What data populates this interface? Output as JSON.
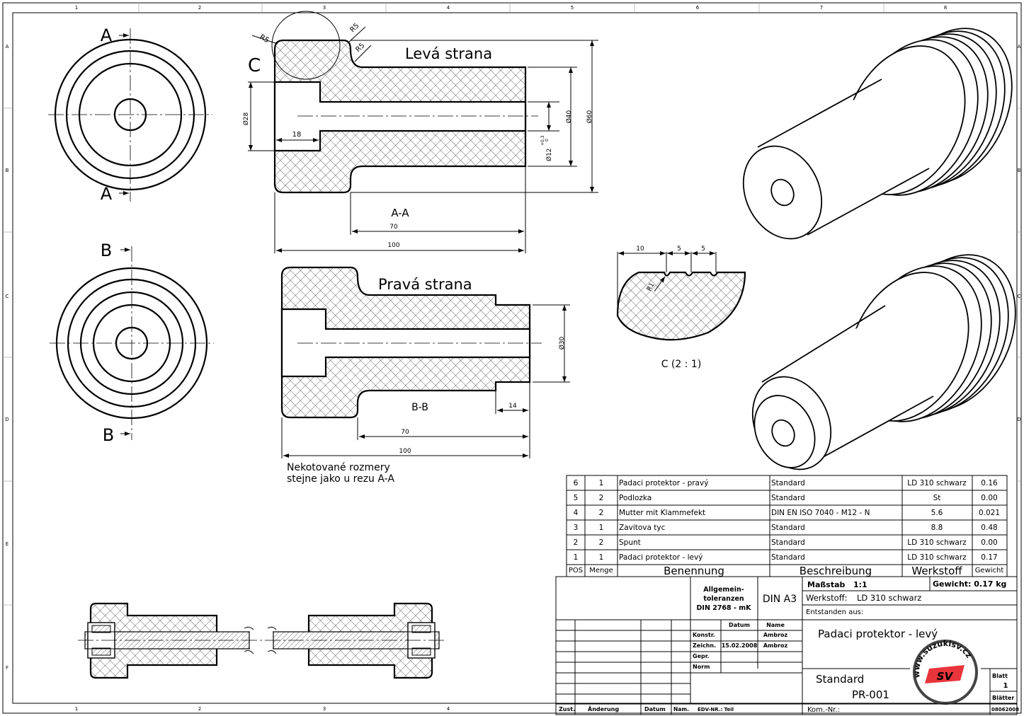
{
  "frame": {
    "zones_horizontal": [
      "1",
      "2",
      "3",
      "4",
      "5",
      "6",
      "7",
      "8"
    ],
    "zones_vertical": [
      "A",
      "B",
      "C",
      "D",
      "E",
      "F"
    ]
  },
  "views": {
    "view_a": {
      "label_top": "A",
      "label_bottom": "A"
    },
    "view_b": {
      "label_top": "B",
      "label_bottom": "B"
    },
    "section_aa": {
      "title": "Levá strana",
      "section_label": "A-A",
      "detail_marker": "C",
      "r1": "R5",
      "r2": "R5",
      "r3": "R5",
      "d28": "Ø28",
      "len18": "18",
      "d40": "Ø40",
      "d60": "Ø60",
      "d12": "Ø12",
      "tol_upper": "+0,3",
      "tol_lower": "0",
      "len70": "70",
      "len100": "100"
    },
    "section_bb": {
      "title": "Pravá strana",
      "section_label": "B-B",
      "d30": "Ø30",
      "len14": "14",
      "len70": "70",
      "len100": "100",
      "note_line1": "Nekotované rozmery",
      "note_line2": "stejne jako u rezu A-A"
    },
    "detail_c": {
      "dim1": "10",
      "dim2": "5",
      "dim3": "5",
      "radius": "R1",
      "label": "C  (2 : 1)"
    }
  },
  "bom": {
    "headers": [
      "POS",
      "Menge",
      "Benennung",
      "Beschreibung",
      "Werkstoff",
      "Gewicht"
    ],
    "rows": [
      {
        "pos": "6",
        "qty": "1",
        "name": "Padaci protektor - pravý",
        "desc": "Standard",
        "material": "LD 310 schwarz",
        "weight": "0.16"
      },
      {
        "pos": "5",
        "qty": "2",
        "name": "Podlozka",
        "desc": "Standard",
        "material": "St",
        "weight": "0.00"
      },
      {
        "pos": "4",
        "qty": "2",
        "name": "Mutter mit Klammefekt",
        "desc": "DIN EN ISO 7040 - M12 - N",
        "material": "5.6",
        "weight": "0.021"
      },
      {
        "pos": "3",
        "qty": "1",
        "name": "Zavitova tyc",
        "desc": "Standard",
        "material": "8.8",
        "weight": "0.48"
      },
      {
        "pos": "2",
        "qty": "2",
        "name": "Spunt",
        "desc": "Standard",
        "material": "LD 310 schwarz",
        "weight": "0.00"
      },
      {
        "pos": "1",
        "qty": "1",
        "name": "Padaci protektor - levý",
        "desc": "Standard",
        "material": "LD 310 schwarz",
        "weight": "0.17"
      }
    ]
  },
  "title_block": {
    "tolerances_1": "Allgemein-",
    "tolerances_2": "toleranzen",
    "tolerances_3": "DIN 2768 - mK",
    "format": "DIN A3",
    "scale_label": "Maßstab",
    "scale_value": "1:1",
    "weight": "Gewicht: 0.17 kg",
    "material_label": "Werkstoff:",
    "material_value": "LD 310 schwarz",
    "origin_label": "Entstanden aus:",
    "col_date": "Datum",
    "col_name": "Name",
    "row_konstr": "Konstr.",
    "row_zeichn": "Zeichn.",
    "row_gepr": "Gepr.",
    "row_norm": "Norm",
    "konstr_name": "Ambroz",
    "zeichn_date": "15.02.2008",
    "zeichn_name": "Ambroz",
    "drawing_title": "Padaci protektor - levý",
    "standard": "Standard",
    "drawing_number": "PR-001",
    "sheet_label": "Blatt",
    "sheet_value": "1",
    "sheets_label": "Blätter",
    "sheets_value": "08062008",
    "rev_zust": "Zust.",
    "rev_change": "Änderung",
    "rev_date": "Datum",
    "rev_name": "Nam.",
    "edv": "EDV-NR.: Teil",
    "kom": "Kom.-Nr.:"
  },
  "watermark": {
    "url": "www.suzukisv.cz",
    "logo": "SV",
    "accent": "#e8353b"
  }
}
